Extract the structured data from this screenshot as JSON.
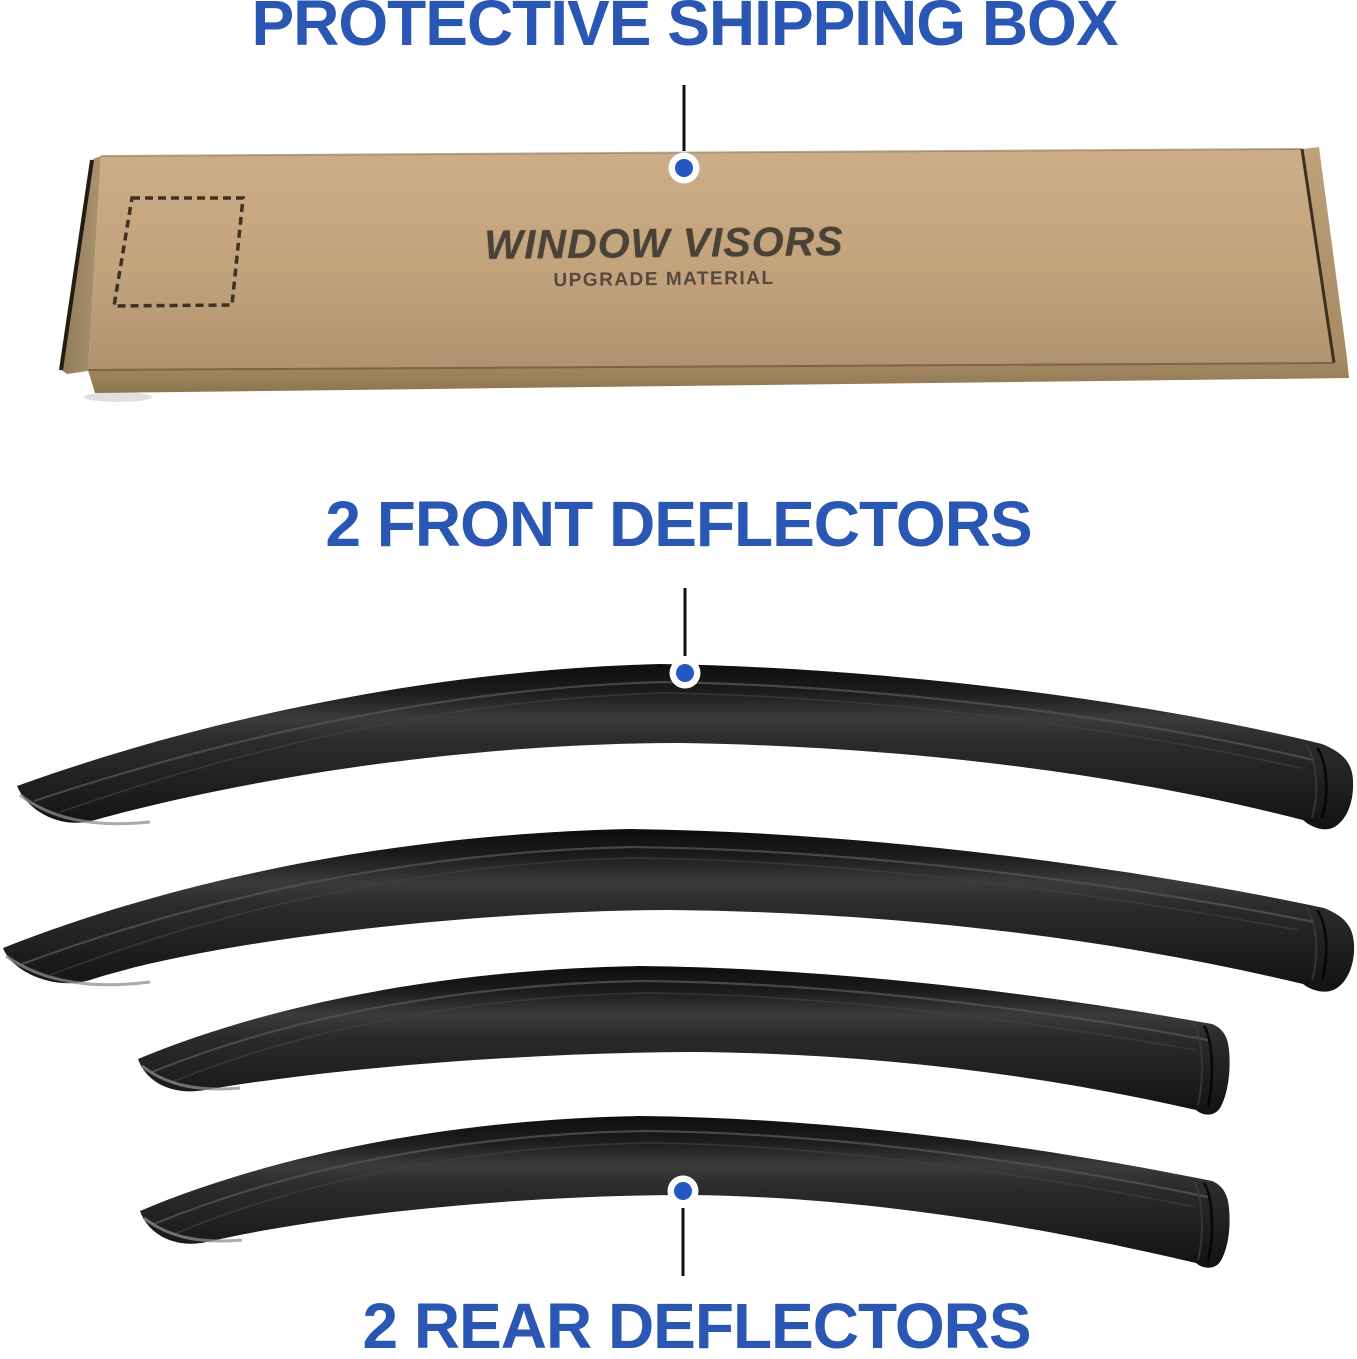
{
  "theme": {
    "background": "#ffffff",
    "heading_blue": "#2a56b4",
    "dot_blue": "#2457c4",
    "connector_black": "#111111",
    "cardboard": "#c3a47e",
    "cardboard_shadow": "#9b8363",
    "box_ink": "#4b4237",
    "deflector_black": "#1c1c1c"
  },
  "callouts": [
    {
      "id": "shipping-box",
      "label": "PROTECTIVE SHIPPING BOX"
    },
    {
      "id": "front-deflectors",
      "label": "2 FRONT DEFLECTORS"
    },
    {
      "id": "rear-deflectors",
      "label": "2 REAR DEFLECTORS"
    }
  ],
  "box": {
    "title": "WINDOW VISORS",
    "subtitle": "UPGRADE MATERIAL"
  }
}
